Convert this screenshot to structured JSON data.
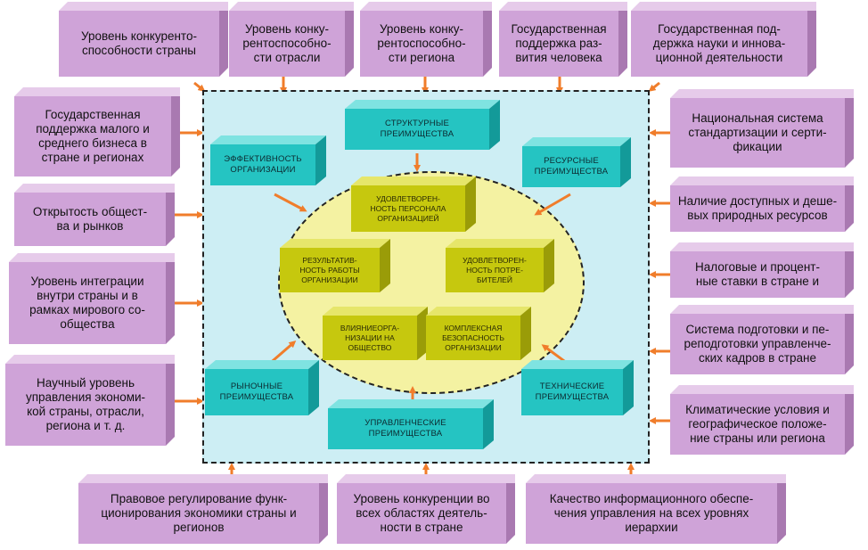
{
  "colors": {
    "outer_box": "#cfa3d8",
    "panel": "#cdeef4",
    "ellipse": "#f4f2a2",
    "teal_box": "#25c4c2",
    "olive_box": "#c6c80e",
    "arrow": "#f07d2b"
  },
  "outer_factors": {
    "top": [
      "Уровень конкуренто-\nспособности страны",
      "Уровень конку-\nрентоспособно-\nсти отрасли",
      "Уровень конку-\nрентоспособно-\nсти региона",
      "Государственная\nподдержка раз-\nвития человека",
      "Государственная под-\nдержка науки и иннова-\nционной деятельности"
    ],
    "left": [
      "Государственная\nподдержка малого и\nсреднего бизнеса в\nстране и регионах",
      "Открытость общест-\nва и рынков",
      "Уровень интеграции\nвнутри страны и в\nрамках мирового со-\nобщества",
      "Научный уровень\nуправления экономи-\nкой страны, отрасли,\nрегиона и т. д."
    ],
    "right": [
      "Национальная система\nстандартизации и серти-\nфикации",
      "Наличие доступных и деше-\nвых природных ресурсов",
      "Налоговые и процент-\nные ставки в стране и",
      "Система подготовки и пе-\nреподготовки управленче-\nских кадров в стране",
      "Климатические условия и\nгеографическое положе-\nние страны или региона"
    ],
    "bottom": [
      "Правовое регулирование функ-\nционирования экономики страны и\nрегионов",
      "Уровень конкуренции во\nвсех областях деятель-\nности в стране",
      "Качество информационного обеспе-\nчения управления на всех уровнях\nиерархии"
    ]
  },
  "advantages": {
    "structural": "СТРУКТУРНЫЕ\nПРЕИМУЩЕСТВА",
    "efficiency": "ЭФФЕКТИВНОСТЬ\nОРГАНИЗАЦИИ",
    "resource": "РЕСУРСНЫЕ\nПРЕИМУЩЕСТВА",
    "market": "РЫНОЧНЫЕ\nПРЕИМУЩЕСТВА",
    "technical": "ТЕХНИЧЕСКИЕ\nПРЕИМУЩЕСТВА",
    "managerial": "УПРАВЛЕНЧЕСКИЕ\nПРЕИМУЩЕСТВА"
  },
  "outcomes": {
    "staff_satisfaction": "УДОВЛЕТВОРЕН-\nНОСТЬ ПЕРСОНАЛА\nОРГАНИЗАЦИЕЙ",
    "performance": "РЕЗУЛЬТАТИВ-\nНОСТЬ РАБОТЫ\nОРГАНИЗАЦИИ",
    "consumer_satisfaction": "УДОВЛЕТВОРЕН-\nНОСТЬ ПОТРЕ-\nБИТЕЛЕЙ",
    "society_influence": "ВЛИЯНИЕОРГА-\nНИЗАЦИИ НА\nОБЩЕСТВО",
    "security": "КОМПЛЕКСНАЯ\nБЕЗОПАСНОСТЬ\nОРГАНИЗАЦИИ"
  }
}
